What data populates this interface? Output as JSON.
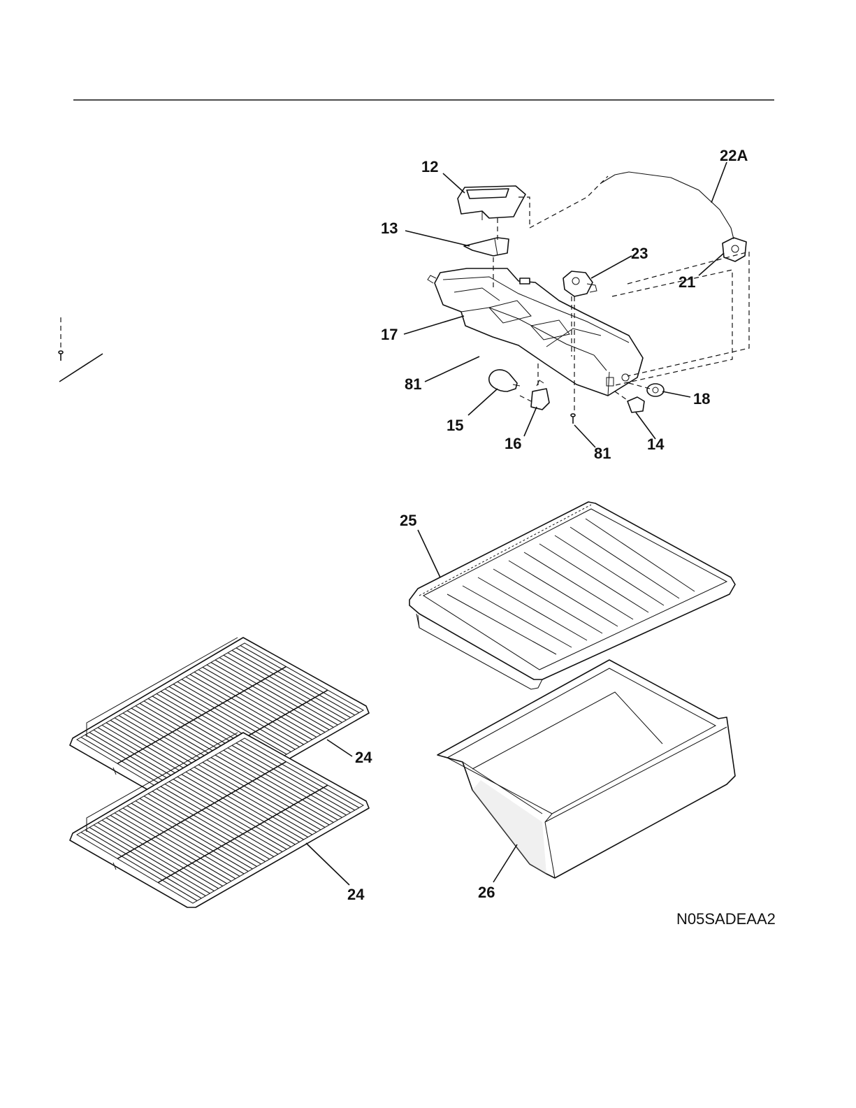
{
  "labels": {
    "p12": "12",
    "p13": "13",
    "p17": "17",
    "p81a": "81",
    "p15": "15",
    "p16": "16",
    "p81b": "81",
    "p14": "14",
    "p18": "18",
    "p21": "21",
    "p22a": "22A",
    "p23": "23",
    "p25": "25",
    "p24a": "24",
    "p24b": "24",
    "p26": "26"
  },
  "diagram_code": "N05SADEAA2",
  "colors": {
    "ink": "#111111",
    "background": "#ffffff"
  }
}
